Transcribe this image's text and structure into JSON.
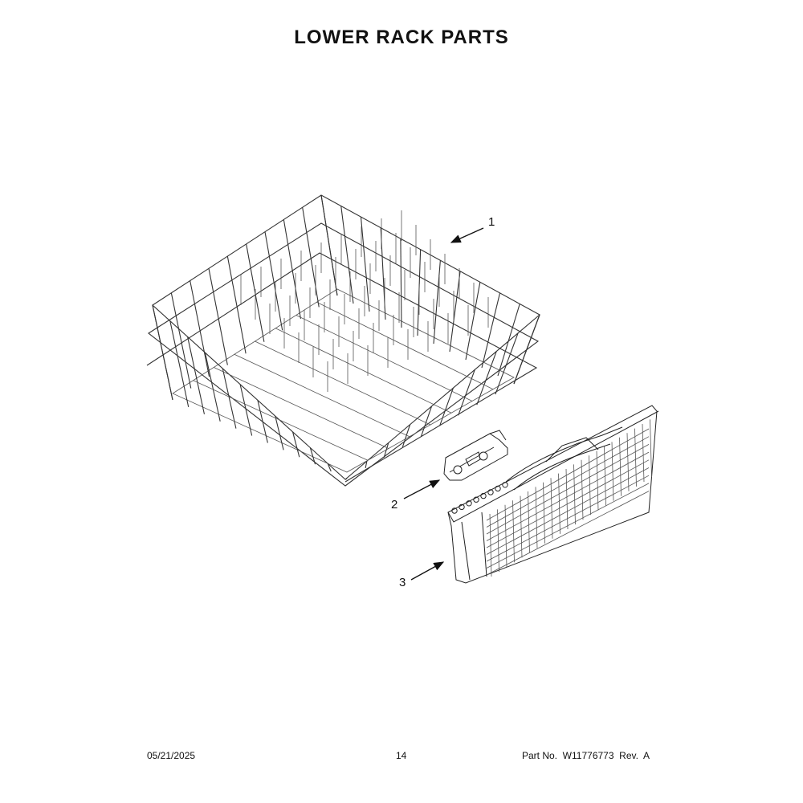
{
  "title": "LOWER RACK PARTS",
  "callouts": [
    {
      "number": "1",
      "part": "lower-rack"
    },
    {
      "number": "2",
      "part": "rack-clip"
    },
    {
      "number": "3",
      "part": "silverware-basket"
    }
  ],
  "footer": {
    "date": "05/21/2025",
    "page": "14",
    "part_no": "Part No.  W11776773  Rev.  A"
  }
}
